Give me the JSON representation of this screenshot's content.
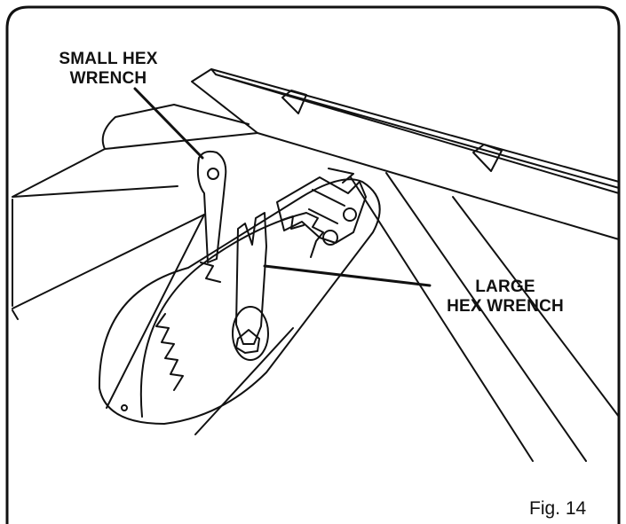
{
  "labels": {
    "small_wrench_line1": "SMALL HEX",
    "small_wrench_line2": "WRENCH",
    "large_wrench_line1": "LARGE",
    "large_wrench_line2": "HEX WRENCH",
    "figure": "Fig. 14"
  },
  "colors": {
    "ink": "#111111",
    "paper": "#ffffff"
  }
}
